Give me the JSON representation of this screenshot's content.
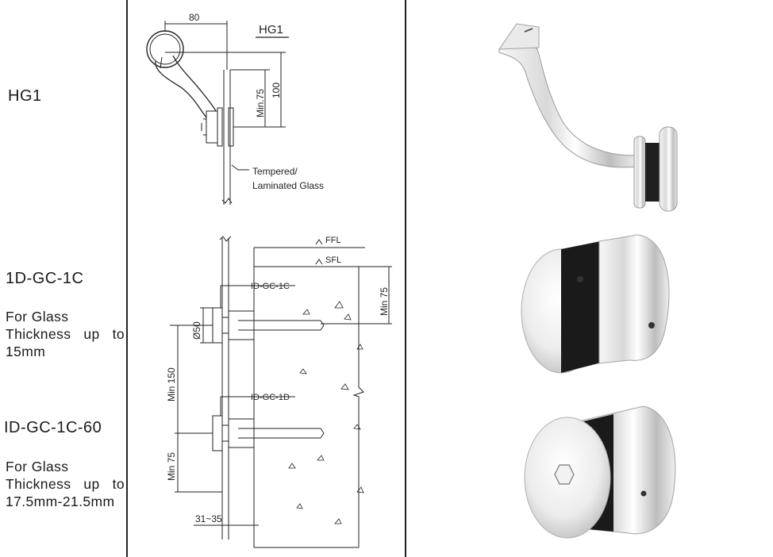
{
  "left_labels": {
    "hg1": "HG1",
    "gc1c": "1D-GC-1C",
    "gc1c_desc_line1": "For Glass",
    "gc1c_desc_line2": "Thickness up to",
    "gc1c_desc_line3": "15mm",
    "gc1c60": "ID-GC-1C-60",
    "gc1c60_desc_line1": "For Glass",
    "gc1c60_desc_line2": "Thickness up to",
    "gc1c60_desc_line3": "17.5mm-21.5mm"
  },
  "drawing_top": {
    "title": "HG1",
    "dim_width": "80",
    "dim_min": "Min.75",
    "dim_height": "100",
    "glass_note_line1": "Tempered/",
    "glass_note_line2": "Laminated Glass"
  },
  "drawing_bottom": {
    "ffl": "FFL",
    "sfl": "SFL",
    "min75_right": "Min 75",
    "part_1c": "ID-GC-1C",
    "part_1d": "ID-GC-1D",
    "dia": "Ø50",
    "min150": "Min 150",
    "min75_left": "Min 75",
    "gap": "31~35"
  },
  "colors": {
    "line": "#222222",
    "metal_light": "#f4f4f4",
    "metal_mid": "#b8b8b8",
    "metal_dark": "#2a2a2a"
  }
}
